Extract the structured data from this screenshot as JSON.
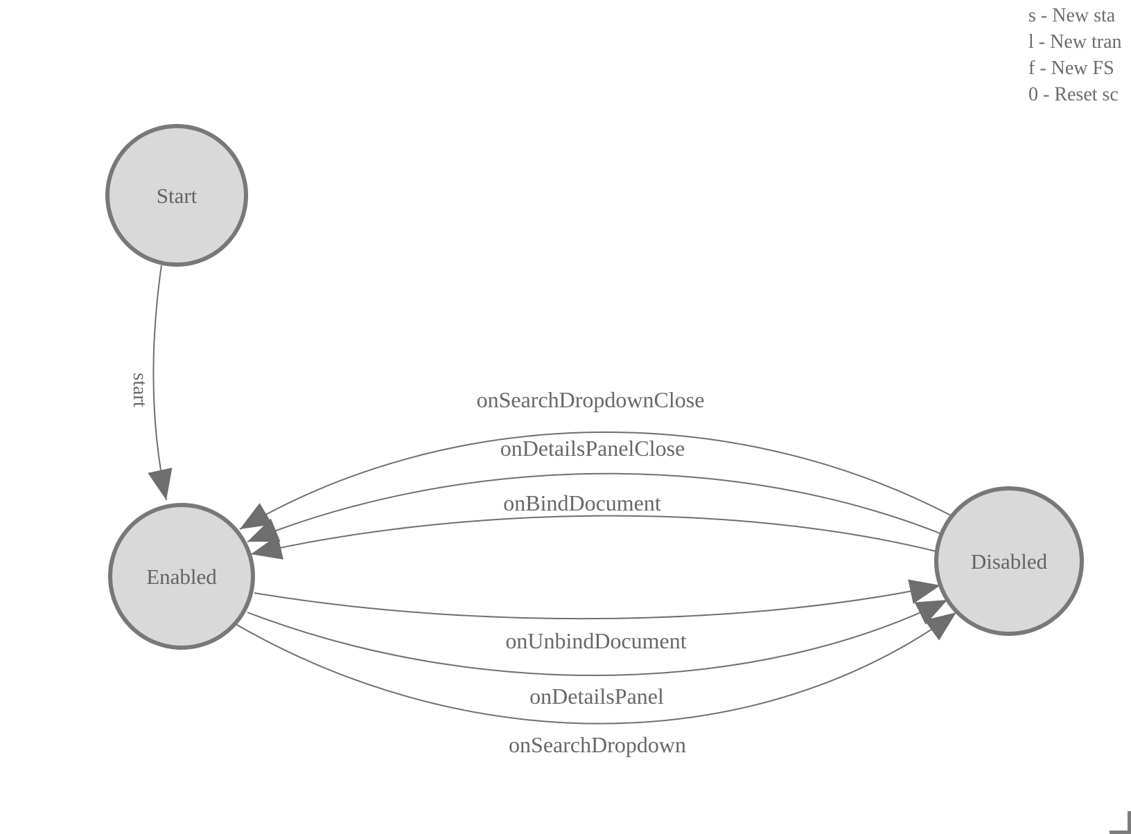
{
  "diagram": {
    "type": "state-machine",
    "states": [
      {
        "id": "start",
        "label": "Start"
      },
      {
        "id": "enabled",
        "label": "Enabled"
      },
      {
        "id": "disabled",
        "label": "Disabled"
      }
    ],
    "edges": [
      {
        "from": "Start",
        "to": "Enabled",
        "label": "start"
      },
      {
        "from": "Disabled",
        "to": "Enabled",
        "label": "onSearchDropdownClose"
      },
      {
        "from": "Disabled",
        "to": "Enabled",
        "label": "onDetailsPanelClose"
      },
      {
        "from": "Disabled",
        "to": "Enabled",
        "label": "onBindDocument"
      },
      {
        "from": "Enabled",
        "to": "Disabled",
        "label": "onUnbindDocument"
      },
      {
        "from": "Enabled",
        "to": "Disabled",
        "label": "onDetailsPanel"
      },
      {
        "from": "Enabled",
        "to": "Disabled",
        "label": "onSearchDropdown"
      }
    ]
  },
  "legend": {
    "lines": [
      "s - New sta",
      "l - New tran",
      "f - New FS",
      "0 - Reset sc"
    ]
  },
  "colors": {
    "node_fill": "#d9d9d9",
    "node_stroke": "#787878",
    "edge_stroke": "#6e6e6e",
    "text": "#676767"
  }
}
